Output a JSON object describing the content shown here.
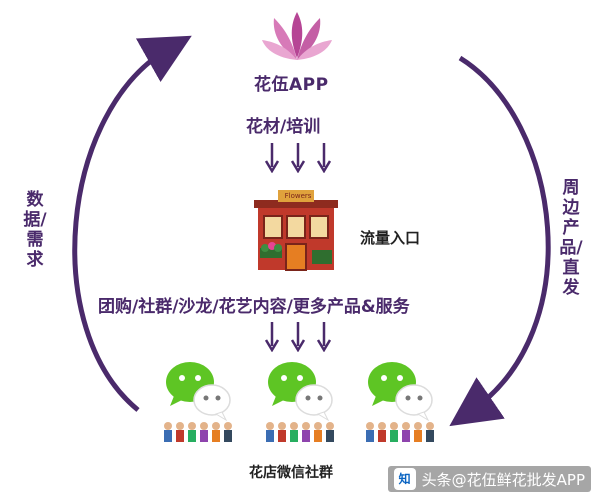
{
  "app_name": "花伍APP",
  "materials_label": "花材/培训",
  "left_cycle_label": "数据/需求",
  "right_cycle_label": "周边产品/直发",
  "traffic_label": "流量入口",
  "services_label": "团购/社群/沙龙/花艺内容/更多产品&服务",
  "shop_sign": "Flowers",
  "wechat_groups_label": "花店微信社群",
  "watermark": {
    "logo": "知",
    "text": "头条@花伍鲜花批发APP"
  },
  "colors": {
    "purple": "#4a2a6b",
    "logo_pink": "#e58fc0",
    "wechat_green": "#5ec524",
    "shop_red": "#c0392b"
  },
  "icons": [
    "lotus-logo-icon",
    "flower-shop-icon",
    "wechat-icon",
    "person-icon",
    "down-arrow-icon"
  ]
}
